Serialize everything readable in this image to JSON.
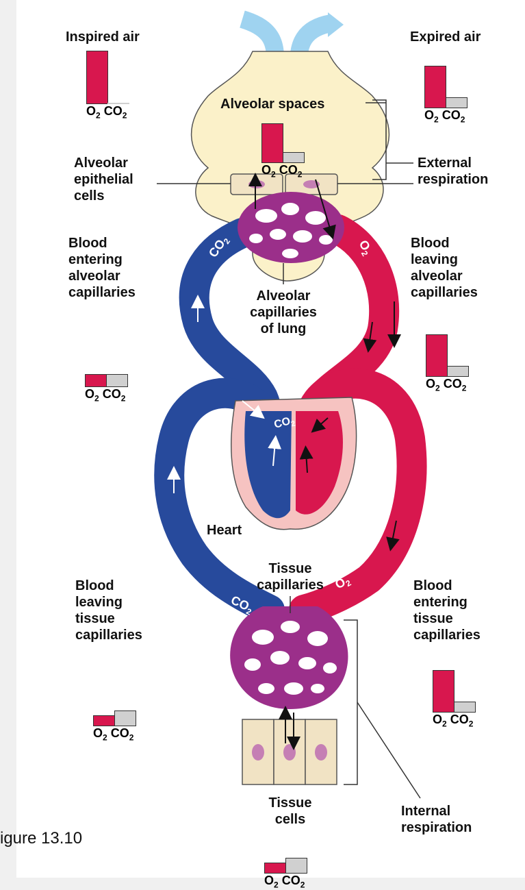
{
  "labels": {
    "inspired_air": "Inspired air",
    "expired_air": "Expired air",
    "alveolar_spaces": "Alveolar spaces",
    "alveolar_epithelial_cells": [
      "Alveolar",
      "epithelial",
      "cells"
    ],
    "external_respiration": [
      "External",
      "respiration"
    ],
    "blood_entering_alveolar": [
      "Blood",
      "entering",
      "alveolar",
      "capillaries"
    ],
    "blood_leaving_alveolar": [
      "Blood",
      "leaving",
      "alveolar",
      "capillaries"
    ],
    "alveolar_capillaries_of_lung": [
      "Alveolar",
      "capillaries",
      "of lung"
    ],
    "heart": "Heart",
    "tissue_capillaries": [
      "Tissue",
      "capillaries"
    ],
    "blood_leaving_tissue": [
      "Blood",
      "leaving",
      "tissue",
      "capillaries"
    ],
    "blood_entering_tissue": [
      "Blood",
      "entering",
      "tissue",
      "capillaries"
    ],
    "tissue_cells": [
      "Tissue",
      "cells"
    ],
    "internal_respiration": [
      "Internal",
      "respiration"
    ],
    "figure_caption": "igure 13.10"
  },
  "vessel_labels": {
    "co2": "CO",
    "o2": "O",
    "sub": "2"
  },
  "gas_label": {
    "o2": "O",
    "co2": "CO",
    "sub": "2"
  },
  "gauges": [
    {
      "id": "inspired",
      "o2": 1.0,
      "co2": 0.0
    },
    {
      "id": "alveolar-spaces",
      "o2": 0.75,
      "co2": 0.2
    },
    {
      "id": "expired",
      "o2": 0.8,
      "co2": 0.2
    },
    {
      "id": "blood-entering-alveolar",
      "o2": 0.25,
      "co2": 0.25
    },
    {
      "id": "blood-leaving-alveolar",
      "o2": 0.8,
      "co2": 0.2
    },
    {
      "id": "blood-leaving-tissue",
      "o2": 0.2,
      "co2": 0.3
    },
    {
      "id": "blood-entering-tissue",
      "o2": 0.8,
      "co2": 0.2
    },
    {
      "id": "tissue-cells",
      "o2": 0.2,
      "co2": 0.3
    }
  ],
  "colors": {
    "oxygenated": "#d8174e",
    "deoxygenated": "#274a9c",
    "capillary": "#9b2f8a",
    "lung": "#fbf1c9",
    "heart_bg": "#f6c3c1",
    "cell": "#f1e3c4",
    "nucleus": "#c57fb4",
    "air_arrow": "#9fd3f0",
    "co2_bar": "#d0d0d0"
  }
}
